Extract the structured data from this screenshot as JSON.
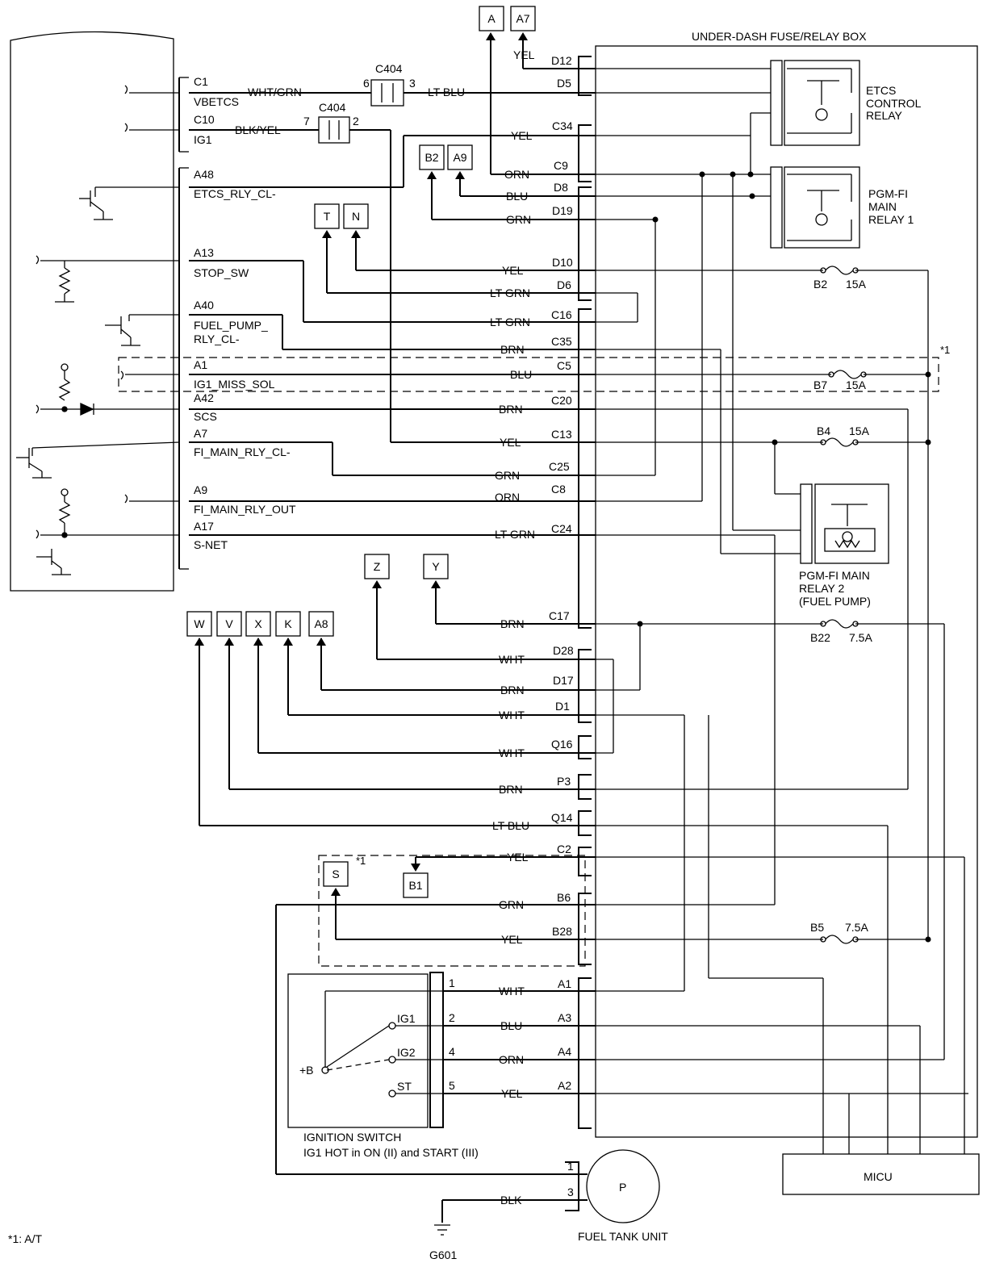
{
  "title": "UNDER-DASH FUSE/RELAY BOX",
  "footnote": "*1: A/T",
  "boxes": {
    "micu": "MICU",
    "ignition_switch": "IGNITION SWITCH",
    "ignition_note": "IG1 HOT in ON (II) and START (III)",
    "fuel_tank_unit": "FUEL TANK UNIT",
    "pump": "P",
    "ground": "G601"
  },
  "relays": {
    "etcs": [
      "ETCS",
      "CONTROL",
      "RELAY"
    ],
    "pgm1": [
      "PGM-FI",
      "MAIN",
      "RELAY 1"
    ],
    "pgm2": [
      "PGM-FI MAIN",
      "RELAY 2",
      "(FUEL PUMP)"
    ]
  },
  "fuses": [
    {
      "id": "B2",
      "rating": "15A"
    },
    {
      "id": "B7",
      "rating": "15A"
    },
    {
      "id": "B4",
      "rating": "15A"
    },
    {
      "id": "B22",
      "rating": "7.5A"
    },
    {
      "id": "B5",
      "rating": "7.5A"
    }
  ],
  "pcm_pins": [
    {
      "pin": "C1",
      "name": "VBETCS"
    },
    {
      "pin": "C10",
      "name": "IG1"
    },
    {
      "pin": "A48",
      "name": "ETCS_RLY_CL-"
    },
    {
      "pin": "A13",
      "name": "STOP_SW"
    },
    {
      "pin": "A40",
      "name": "FUEL_PUMP_",
      "name2": "RLY_CL-"
    },
    {
      "pin": "A1",
      "name": "IG1_MISS_SOL"
    },
    {
      "pin": "A42",
      "name": "SCS"
    },
    {
      "pin": "A7",
      "name": "FI_MAIN_RLY_CL-"
    },
    {
      "pin": "A9",
      "name": "FI_MAIN_RLY_OUT"
    },
    {
      "pin": "A17",
      "name": "S-NET"
    }
  ],
  "connector_c404": {
    "name": "C404",
    "pins_top": [
      "6",
      "3"
    ],
    "pins_bottom": [
      "7",
      "2"
    ]
  },
  "wire_colors_top": {
    "c1": "WHT/GRN",
    "c404_out": "LT BLU",
    "c10": "BLK/YEL",
    "a7_yel": "YEL"
  },
  "fuse_box_terminals": [
    {
      "term": "D12",
      "color": ""
    },
    {
      "term": "D5",
      "color": ""
    },
    {
      "term": "C34",
      "color": "YEL"
    },
    {
      "term": "C9",
      "color": "ORN"
    },
    {
      "term": "D8",
      "color": "BLU"
    },
    {
      "term": "D19",
      "color": "GRN"
    },
    {
      "term": "D10",
      "color": "YEL"
    },
    {
      "term": "D6",
      "color": "LT GRN"
    },
    {
      "term": "C16",
      "color": "LT GRN"
    },
    {
      "term": "C35",
      "color": "BRN"
    },
    {
      "term": "C5",
      "color": "BLU"
    },
    {
      "term": "C20",
      "color": "BRN"
    },
    {
      "term": "C13",
      "color": "YEL"
    },
    {
      "term": "C25",
      "color": "GRN"
    },
    {
      "term": "C8",
      "color": "ORN"
    },
    {
      "term": "C24",
      "color": "LT GRN"
    },
    {
      "term": "C17",
      "color": "BRN"
    },
    {
      "term": "D28",
      "color": "WHT"
    },
    {
      "term": "D17",
      "color": "BRN"
    },
    {
      "term": "D1",
      "color": "WHT"
    },
    {
      "term": "Q16",
      "color": "WHT"
    },
    {
      "term": "P3",
      "color": "BRN"
    },
    {
      "term": "Q14",
      "color": "LT BLU"
    },
    {
      "term": "C2",
      "color": "YEL"
    },
    {
      "term": "B6",
      "color": "GRN"
    },
    {
      "term": "B28",
      "color": "YEL"
    },
    {
      "term": "A1",
      "color": "WHT"
    },
    {
      "term": "A3",
      "color": "BLU"
    },
    {
      "term": "A4",
      "color": "ORN"
    },
    {
      "term": "A2",
      "color": "YEL"
    }
  ],
  "ignition_pins": [
    "1",
    "2",
    "4",
    "5"
  ],
  "ignition_contacts": [
    "IG1",
    "IG2",
    "ST",
    "+B"
  ],
  "fuel_pump_pins": [
    "1",
    "3"
  ],
  "fuel_pump_wire": "BLK",
  "footnote_marks": [
    "*1",
    "*1"
  ],
  "refs": {
    "A": "A",
    "A7": "A7",
    "B2": "B2",
    "A9": "A9",
    "T": "T",
    "N": "N",
    "Z": "Z",
    "Y": "Y",
    "W": "W",
    "V": "V",
    "X": "X",
    "K": "K",
    "A8": "A8",
    "S": "S",
    "B1": "B1"
  }
}
